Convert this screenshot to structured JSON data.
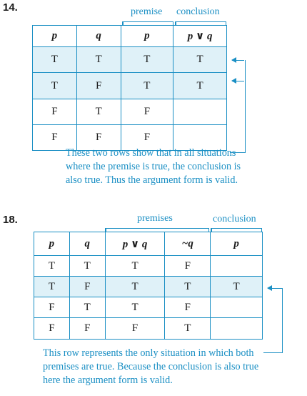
{
  "p14": {
    "number": "14.",
    "labels": {
      "premise": "premise",
      "conclusion": "conclusion"
    },
    "headers": [
      "p",
      "q",
      "p",
      "p ∨ q"
    ],
    "rows": [
      [
        "T",
        "T",
        "T",
        "T"
      ],
      [
        "T",
        "F",
        "T",
        "T"
      ],
      [
        "F",
        "T",
        "F",
        ""
      ],
      [
        "F",
        "F",
        "F",
        ""
      ]
    ],
    "note": "These two rows show that in all situations where the premise is true, the conclusion is also true. Thus the argument form is valid."
  },
  "p18": {
    "number": "18.",
    "labels": {
      "premises": "premises",
      "conclusion": "conclusion"
    },
    "headers": [
      "p",
      "q",
      "p ∨ q",
      "~q",
      "p"
    ],
    "rows": [
      [
        "T",
        "T",
        "T",
        "F",
        ""
      ],
      [
        "T",
        "F",
        "T",
        "T",
        "T"
      ],
      [
        "F",
        "T",
        "T",
        "F",
        ""
      ],
      [
        "F",
        "F",
        "F",
        "T",
        ""
      ]
    ],
    "note": "This row represents the only situation in which both premises are true. Because the conclusion is also true here the argument form is valid."
  },
  "colors": {
    "accent": "#1a8fc4",
    "highlight": "#dff1f8"
  }
}
